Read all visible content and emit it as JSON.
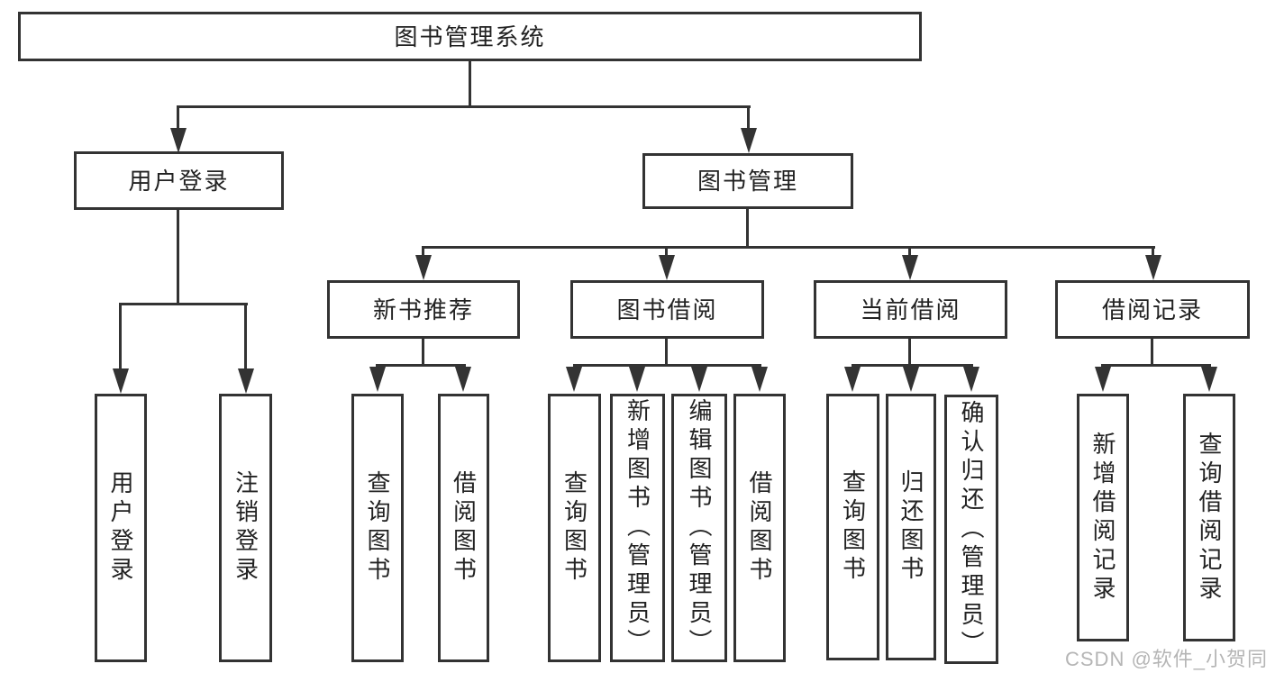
{
  "diagram": {
    "type": "hierarchy-tree",
    "tree": {
      "label": "图书管理系统",
      "children": [
        {
          "label": "用户登录",
          "children": [
            {
              "label": "用户登录"
            },
            {
              "label": "注销登录"
            }
          ]
        },
        {
          "label": "图书管理",
          "children": [
            {
              "label": "新书推荐",
              "children": [
                {
                  "label": "查询图书"
                },
                {
                  "label": "借阅图书"
                }
              ]
            },
            {
              "label": "图书借阅",
              "children": [
                {
                  "label": "查询图书"
                },
                {
                  "label": "新增图书（管理员）"
                },
                {
                  "label": "编辑图书（管理员）"
                },
                {
                  "label": "借阅图书"
                }
              ]
            },
            {
              "label": "当前借阅",
              "children": [
                {
                  "label": "查询图书"
                },
                {
                  "label": "归还图书"
                },
                {
                  "label": "确认归还（管理员）"
                }
              ]
            },
            {
              "label": "借阅记录",
              "children": [
                {
                  "label": "新增借阅记录"
                },
                {
                  "label": "查询借阅记录"
                }
              ]
            }
          ]
        }
      ]
    },
    "watermark": "CSDN @软件_小贺同学",
    "colors": {
      "line": "#333333",
      "text": "#222222",
      "background": "#ffffff",
      "watermark": "#b5b5b5"
    }
  }
}
